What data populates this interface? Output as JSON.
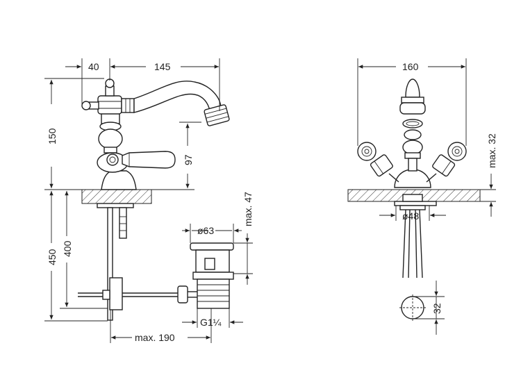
{
  "dimensions": {
    "side_width_40": "40",
    "side_width_145": "145",
    "height_150": "150",
    "height_97": "97",
    "depth_450": "450",
    "depth_400": "400",
    "waste_dia_63": "ø63",
    "waste_max_47": "max. 47",
    "thread_g114": "G1¼",
    "rod_max_190": "max. 190",
    "front_width_160": "160",
    "deck_max_32": "max. 32",
    "hole_dia_48": "ø48",
    "hole_32": "32"
  }
}
